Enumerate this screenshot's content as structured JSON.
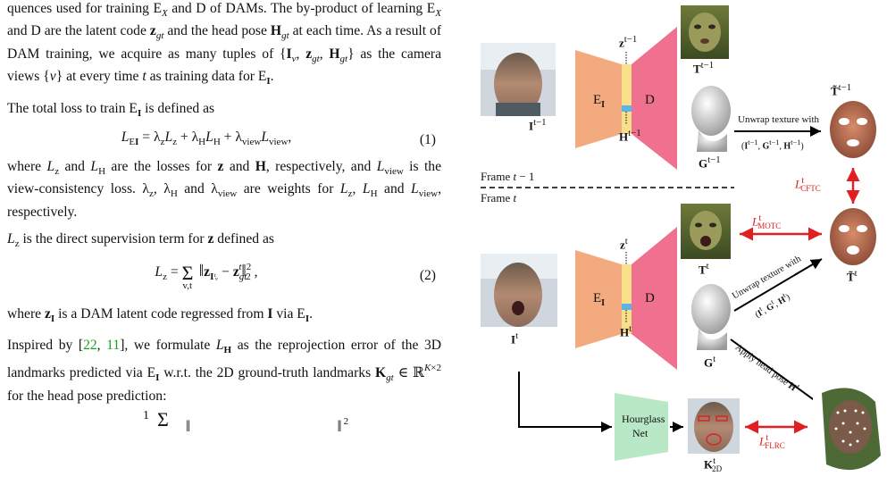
{
  "text": {
    "p1": "quences used for training Eₓ and D of DAMs. The by-product of learning Eₓ and D are the latent code z₉ₜ and the head pose H₉ₜ at each time. As a result of DAM training, we acquire as many tuples of {Iᵥ, z₉ₜ, H₉ₜ} as the camera views {v} at every time t as training data for Eᴵ.",
    "p2": "The total loss to train Eᴵ is defined as",
    "eq1": "L_EI = λ_z L_z + λ_H L_H + λ_view L_view,",
    "eq1_num": "(1)",
    "p3": "where L_z and L_H are the losses for z and H, respectively, and L_view is the view-consistency loss. λ_z, λ_H and λ_view are weights for L_z, L_H and L_view, respectively.",
    "p4": "L_z is the direct supervision term for z defined as",
    "eq2": "L_z = Σ_{v,t} ‖z_{I_v^t} − z_gt^t‖²₂ ,",
    "eq2_num": "(2)",
    "p5": "where z_I is a DAM latent code regressed from I via Eᴵ.",
    "p6_a": "Inspired by [",
    "cite1": "22",
    "p6_sep": ", ",
    "cite2": "11",
    "p6_b": "], we formulate L_H as the reprojection error of the 3D landmarks predicted via Eᴵ w.r.t. the 2D ground-truth landmarks K_gt ∈ ℝ^{K×2} for the head pose prediction:",
    "eq3_partial": "1  Σ ‖  ‖²"
  },
  "figure": {
    "frame_prev": "Frame t − 1",
    "frame_cur": "Frame t",
    "encoder": "E_I",
    "decoder": "D",
    "input_prev": "I^{t−1}",
    "input_cur": "I^t",
    "z_prev": "z^{t−1}",
    "z_cur": "z^t",
    "H_prev": "H^{t−1}",
    "H_cur": "H^t",
    "T_prev": "T^{t−1}",
    "T_cur": "T^t",
    "G_prev": "G^{t−1}",
    "G_cur": "G^t",
    "Ttilde_prev": "T̃^{t−1}",
    "Ttilde_cur": "T̃^t",
    "unwrap_prev_1": "Unwrap texture with",
    "unwrap_prev_2": "(I^{t−1}, G^{t−1}, H^{t−1})",
    "unwrap_cur_1": "Unwrap texture with",
    "unwrap_cur_2": "(I^t, G^t, H^t)",
    "apply_pose": "Apply head pose H^t",
    "hourglass_1": "Hourglass",
    "hourglass_2": "Net",
    "K2D": "K^t_2D",
    "loss_cftc": "L^t_CFTC",
    "loss_motc": "L^t_MOTC",
    "loss_flrc": "L^t_FLRC",
    "colors": {
      "encoder": "#f2aa7e",
      "decoder": "#f07090",
      "z_block": "#f8e08a",
      "h_block": "#5ab4e6",
      "hourglass": "#b9e8c6",
      "loss_arrow": "#e02020"
    }
  }
}
